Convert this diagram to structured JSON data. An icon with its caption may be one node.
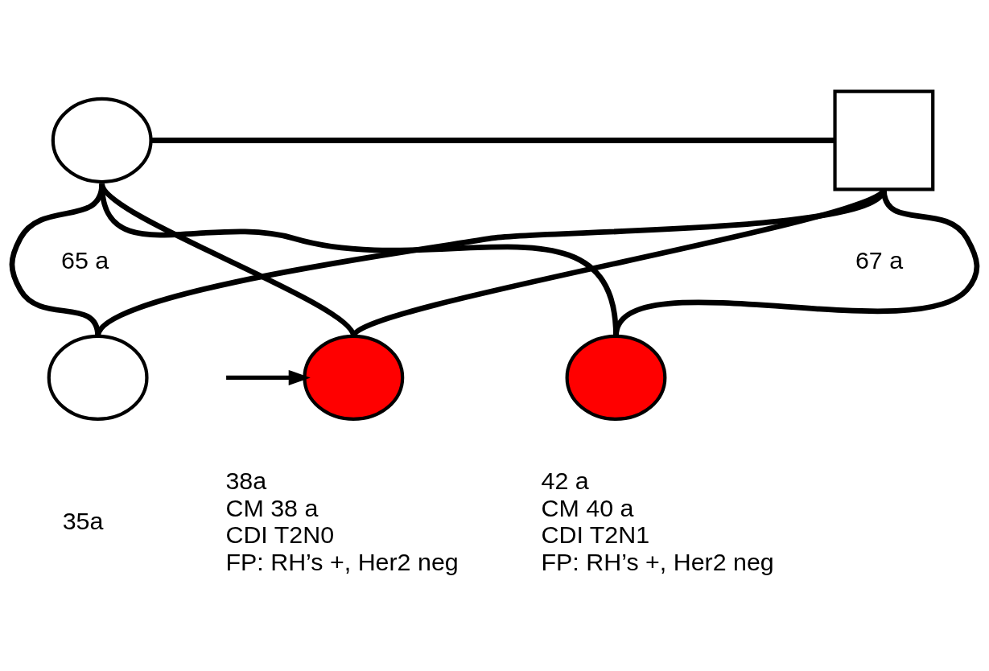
{
  "diagram": {
    "nodes": [
      {
        "text": [],
        "shape": "circle",
        "beside": [
          "65 a"
        ]
      },
      {
        "text": [],
        "shape": "box",
        "beside": [
          "67 a"
        ]
      },
      {
        "text": [],
        "shape": "circle",
        "beside": [
          "35a"
        ]
      },
      {
        "text": [],
        "shape": "circle",
        "beside": [
          "38a",
          "CM 38 a",
          "CDI T2N0",
          "FP: RH’s +, Her2 neg"
        ]
      },
      {
        "text": [],
        "shape": "circle",
        "beside": [
          "42 a",
          "CM 40 a",
          "CDI T2N1",
          "FP: RH’s +, Her2 neg"
        ]
      }
    ],
    "edges": [
      {
        "from": 0,
        "to": 1,
        "arrow": "none"
      },
      {
        "from": 0,
        "to": 2,
        "arrow": "none"
      },
      {
        "from": 0,
        "to": 3,
        "arrow": "none"
      },
      {
        "from": 0,
        "to": 4,
        "arrow": "none"
      },
      {
        "from": 1,
        "to": 2,
        "arrow": "none"
      },
      {
        "from": 1,
        "to": 3,
        "arrow": "none"
      },
      {
        "from": 1,
        "to": 4,
        "arrow": "none"
      },
      {
        "from": null,
        "to": 3,
        "arrow": "to"
      }
    ]
  }
}
